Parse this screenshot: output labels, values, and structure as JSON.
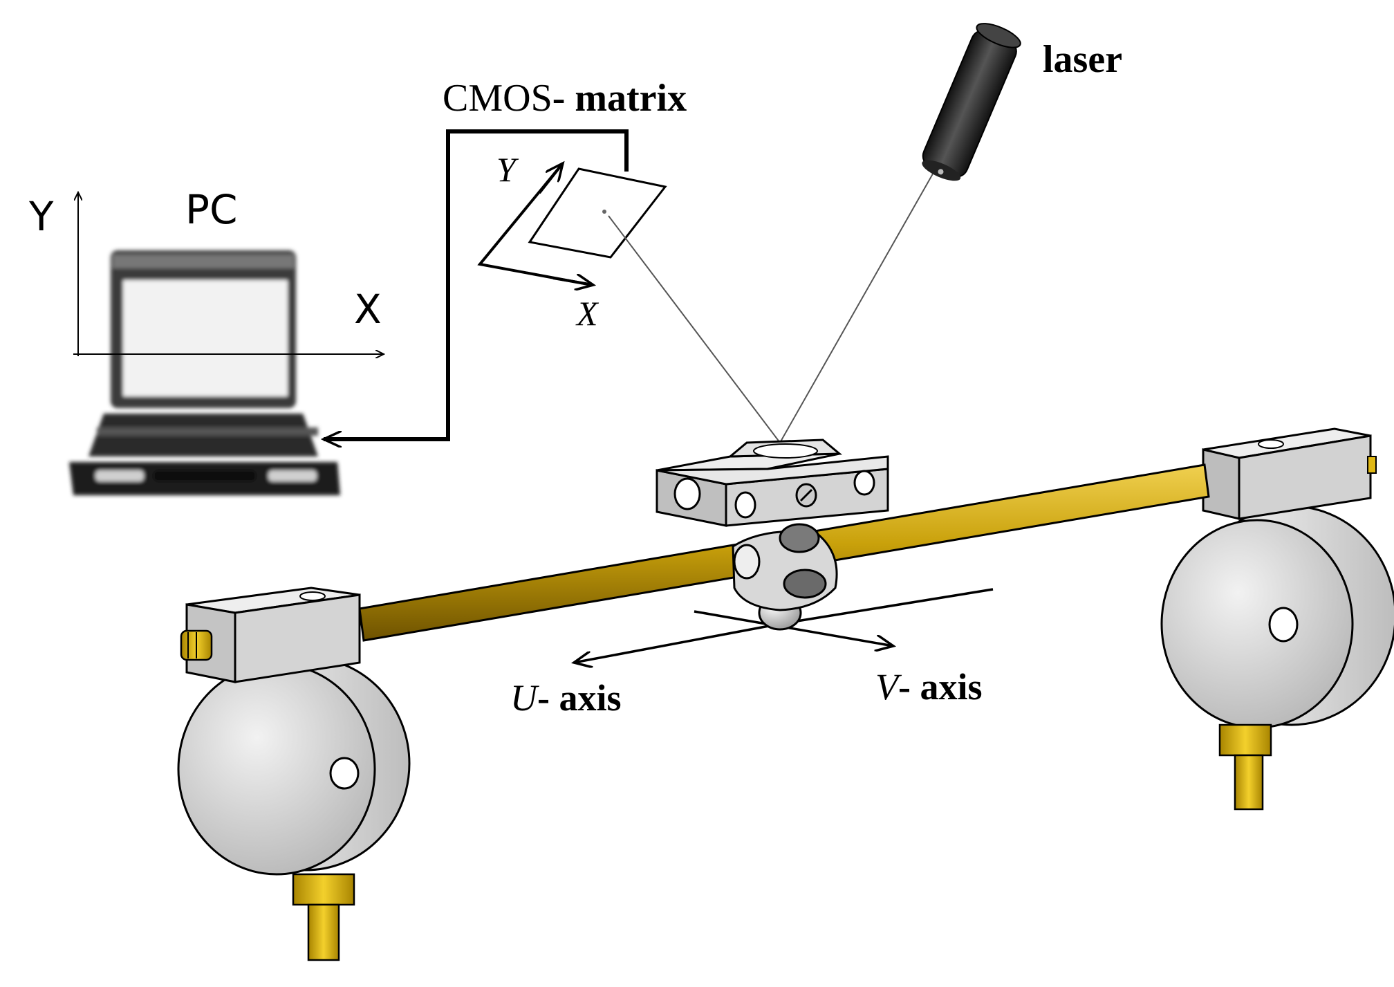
{
  "labels": {
    "pc": "PC",
    "pc_axis_y": "Y",
    "pc_axis_x": "X",
    "cmos_prefix": "CMOS",
    "cmos_suffix": "- matrix",
    "cmos_axis_y": "Y",
    "cmos_axis_x": "X",
    "laser": "laser",
    "u_axis_letter": "U",
    "u_axis_suffix": "- axis",
    "v_axis_letter": "V",
    "v_axis_suffix": "- axis"
  },
  "colors": {
    "rod": "#c9a10b",
    "rod_dark": "#8a6a00",
    "brass": "#e0b814",
    "metal": "#d8d8d8",
    "metal_dark": "#9a9a9a",
    "laser_body": "#2a2a2a",
    "outline": "#000000"
  }
}
